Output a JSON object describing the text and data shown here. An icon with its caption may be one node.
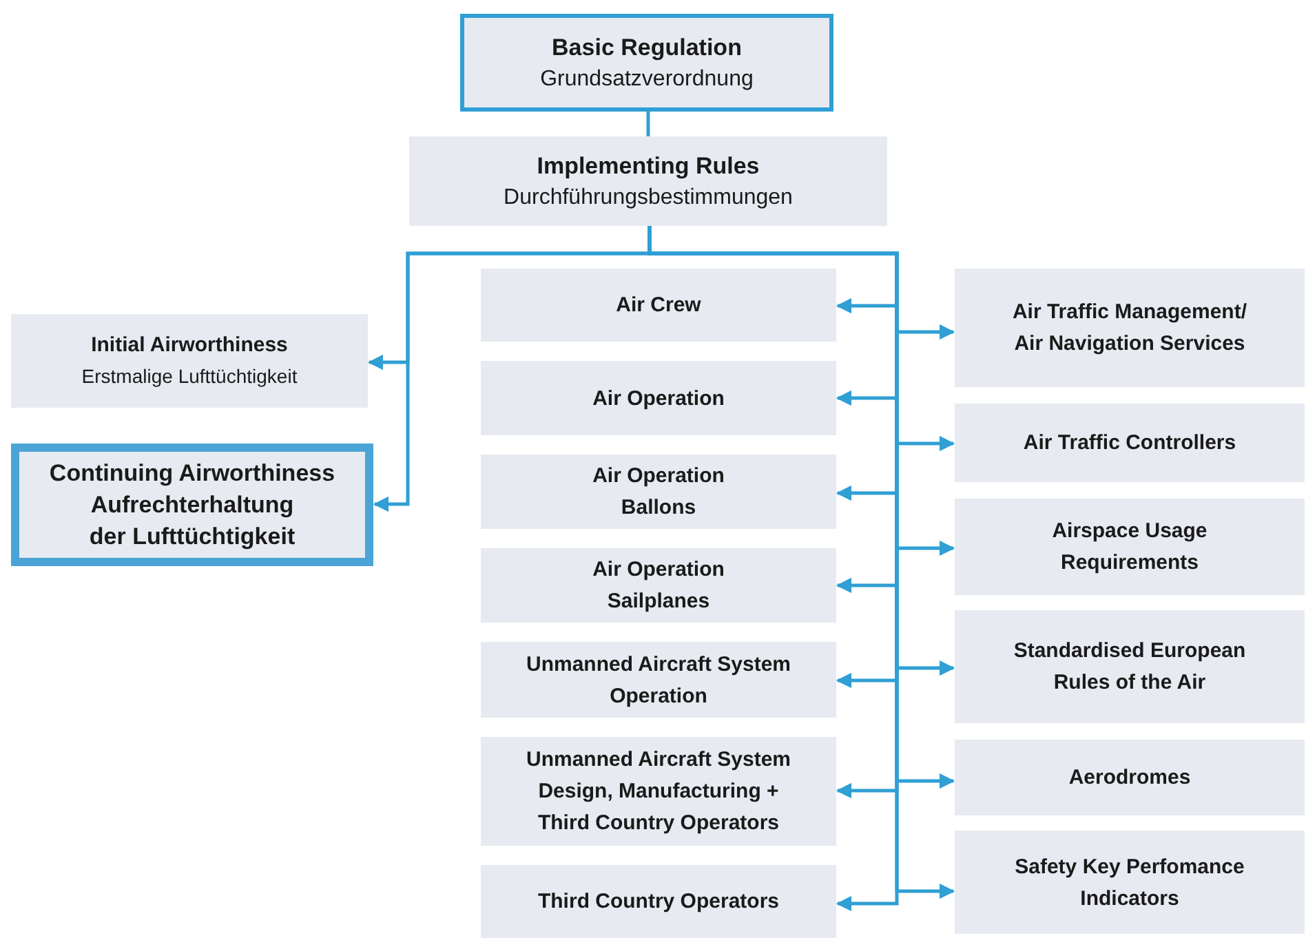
{
  "diagram": {
    "nodes": [
      {
        "text": [
          "Basic Regulation",
          "Grundsatzverordnung"
        ]
      },
      {
        "text": [
          "Implementing Rules",
          "Durchführungsbestimmungen"
        ]
      },
      {
        "text": [
          "Initial Airworthiness",
          "Erstmalige Lufttüchtigkeit"
        ]
      },
      {
        "text": [
          "Continuing Airworthiness",
          "Aufrechterhaltung der Lufttüchtigkeit"
        ]
      },
      {
        "text": [
          "Air Crew"
        ]
      },
      {
        "text": [
          "Air Operation"
        ]
      },
      {
        "text": [
          "Air Operation Ballons"
        ]
      },
      {
        "text": [
          "Air Operation Sailplanes"
        ]
      },
      {
        "text": [
          "Unmanned Aircraft System Operation"
        ]
      },
      {
        "text": [
          "Unmanned Aircraft System Design, Manufacturing + Third Country Operators"
        ]
      },
      {
        "text": [
          "Third Country Operators"
        ]
      },
      {
        "text": [
          "Air Traffic Management/ Air Navigation Services"
        ]
      },
      {
        "text": [
          "Air Traffic Controllers"
        ]
      },
      {
        "text": [
          "Airspace Usage Requirements"
        ]
      },
      {
        "text": [
          "Standardised European Rules of the Air"
        ]
      },
      {
        "text": [
          "Aerodromes"
        ]
      },
      {
        "text": [
          "Safety Key Perfomance Indicators"
        ]
      }
    ],
    "edges": [
      {
        "from": 0,
        "to": 1,
        "arrow": "none"
      },
      {
        "from": 1,
        "to": 2,
        "arrow": "to"
      },
      {
        "from": 1,
        "to": 3,
        "arrow": "to"
      },
      {
        "from": 1,
        "to": 4,
        "arrow": "to"
      },
      {
        "from": 1,
        "to": 5,
        "arrow": "to"
      },
      {
        "from": 1,
        "to": 6,
        "arrow": "to"
      },
      {
        "from": 1,
        "to": 7,
        "arrow": "to"
      },
      {
        "from": 1,
        "to": 8,
        "arrow": "to"
      },
      {
        "from": 1,
        "to": 9,
        "arrow": "to"
      },
      {
        "from": 1,
        "to": 10,
        "arrow": "to"
      },
      {
        "from": 1,
        "to": 11,
        "arrow": "to"
      },
      {
        "from": 1,
        "to": 12,
        "arrow": "to"
      },
      {
        "from": 1,
        "to": 13,
        "arrow": "to"
      },
      {
        "from": 1,
        "to": 14,
        "arrow": "to"
      },
      {
        "from": 1,
        "to": 15,
        "arrow": "to"
      },
      {
        "from": 1,
        "to": 16,
        "arrow": "to"
      }
    ]
  }
}
